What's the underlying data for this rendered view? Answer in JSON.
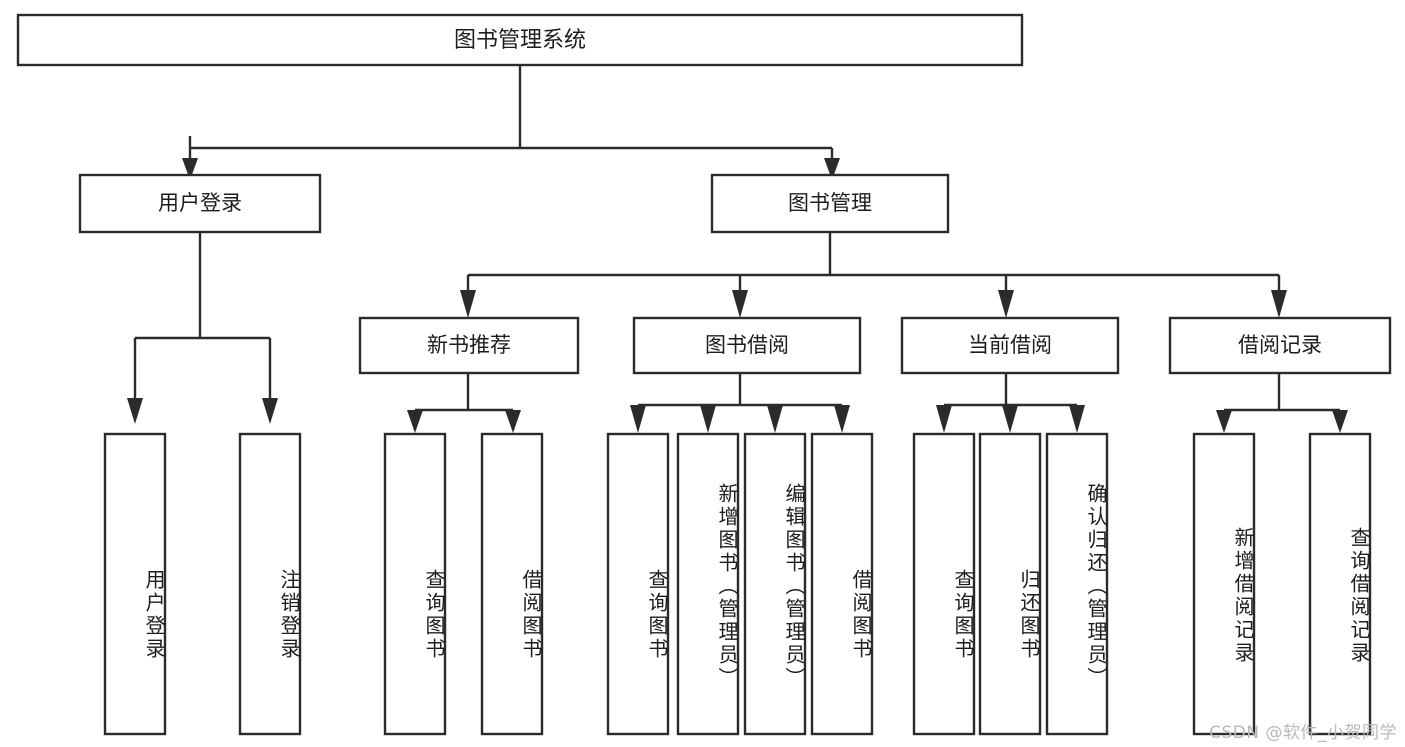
{
  "diagram": {
    "title": "图书管理系统",
    "type": "tree-hierarchy-diagram",
    "root": {
      "id": "root",
      "label": "图书管理系统"
    },
    "level1": [
      {
        "id": "user-login",
        "label": "用户登录"
      },
      {
        "id": "book-management",
        "label": "图书管理"
      }
    ],
    "level2": [
      {
        "id": "new-book-recommend",
        "label": "新书推荐",
        "parent": "book-management"
      },
      {
        "id": "book-borrow",
        "label": "图书借阅",
        "parent": "book-management"
      },
      {
        "id": "current-borrow",
        "label": "当前借阅",
        "parent": "book-management"
      },
      {
        "id": "borrow-record",
        "label": "借阅记录",
        "parent": "book-management"
      }
    ],
    "leaves": {
      "user-login": [
        {
          "id": "leaf-user-login",
          "label": "用户登录"
        },
        {
          "id": "leaf-logout-login",
          "label": "注销登录"
        }
      ],
      "new-book-recommend": [
        {
          "id": "leaf-query-book-1",
          "label": "查询图书"
        },
        {
          "id": "leaf-borrow-book-1",
          "label": "借阅图书"
        }
      ],
      "book-borrow": [
        {
          "id": "leaf-query-book-2",
          "label": "查询图书"
        },
        {
          "id": "leaf-add-book",
          "label": "新增图书（管理员）"
        },
        {
          "id": "leaf-edit-book",
          "label": "编辑图书（管理员）"
        },
        {
          "id": "leaf-borrow-book-2",
          "label": "借阅图书"
        }
      ],
      "current-borrow": [
        {
          "id": "leaf-query-book-3",
          "label": "查询图书"
        },
        {
          "id": "leaf-return-book",
          "label": "归还图书"
        },
        {
          "id": "leaf-confirm-return",
          "label": "确认归还（管理员）"
        }
      ],
      "borrow-record": [
        {
          "id": "leaf-add-record",
          "label": "新增借阅记录"
        },
        {
          "id": "leaf-query-record",
          "label": "查询借阅记录"
        }
      ]
    }
  },
  "watermark": {
    "text": "CSDN @软件_小贺同学"
  },
  "colors": {
    "stroke": "#2b2b2b",
    "background": "#ffffff",
    "text": "#1d1d1d",
    "watermark": "#b9b9b9"
  }
}
